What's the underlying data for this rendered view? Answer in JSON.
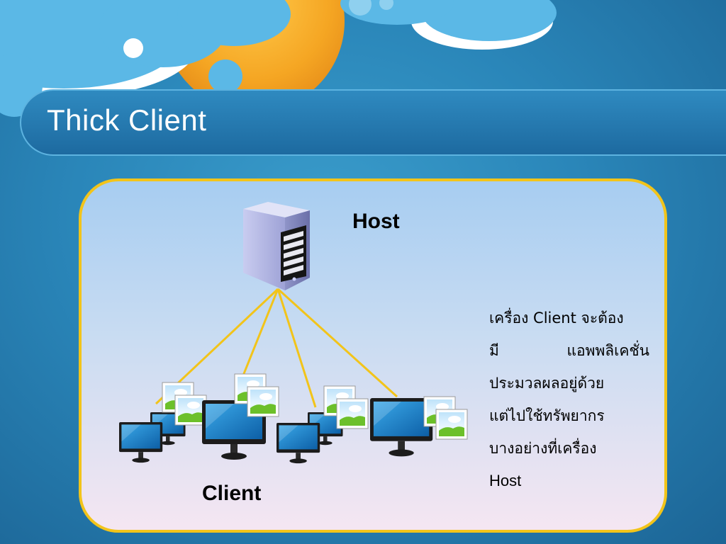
{
  "slide": {
    "title": "Thick Client"
  },
  "diagram": {
    "host_label": "Host",
    "client_label": "Client",
    "description_lines": [
      "เครื่อง Client จะต้อง",
      "มี แอพพลิเคชั่น",
      "ประมวลผลอยู่ด้วย",
      "แต่ไปใช้ทรัพยากร",
      "บางอย่างที่เครื่อง",
      "Host"
    ],
    "link_color": "#f2c41a"
  },
  "theme": {
    "background": "#2a86b9",
    "title_color": "#ffffff",
    "panel_border": "#f2c41a",
    "sun_color": "#f5a623",
    "cloud_color": "#5bb8e6"
  },
  "icons": {
    "server": "server-icon",
    "monitor": "monitor-icon",
    "picture": "picture-icon"
  }
}
